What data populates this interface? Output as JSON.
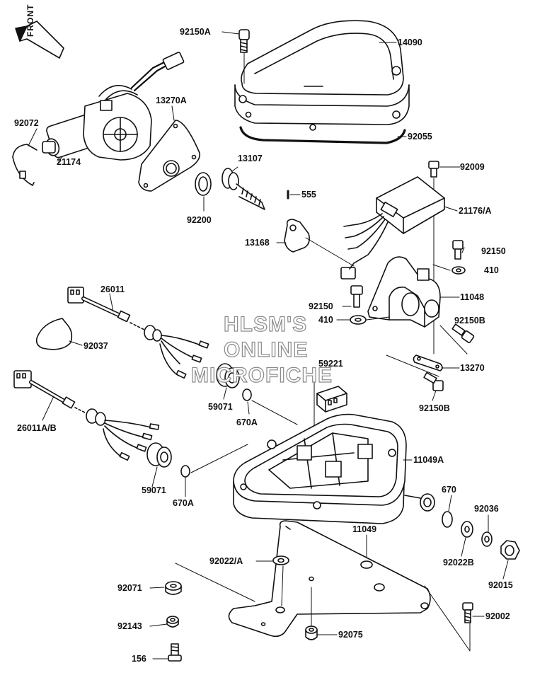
{
  "front_label": "FRONT",
  "watermark": [
    "HLSM'S",
    "ONLINE",
    "MICROFICHE"
  ],
  "callouts": {
    "c92150A": "92150A",
    "c14090": "14090",
    "c13270A": "13270A",
    "c92072": "92072",
    "c92055": "92055",
    "c21174": "21174",
    "c92009": "92009",
    "c13107": "13107",
    "c555": "555",
    "c21176A": "21176/A",
    "c92200": "92200",
    "c13168": "13168",
    "c92150_a": "92150",
    "c410_a": "410",
    "c26011": "26011",
    "c11048": "11048",
    "c92150_b": "92150",
    "c410_b": "410",
    "c92150B_a": "92150B",
    "c92037": "92037",
    "c59221": "59221",
    "c13270": "13270",
    "c26011AB": "26011A/B",
    "c59071_a": "59071",
    "c670A_a": "670A",
    "c92150B_b": "92150B",
    "c11049A": "11049A",
    "c59071_b": "59071",
    "c670": "670",
    "c670A_b": "670A",
    "c92036": "92036",
    "c11049": "11049",
    "c92022A": "92022/A",
    "c92022B": "92022B",
    "c92071": "92071",
    "c92015": "92015",
    "c92002": "92002",
    "c92143": "92143",
    "c92075": "92075",
    "c156": "156"
  }
}
